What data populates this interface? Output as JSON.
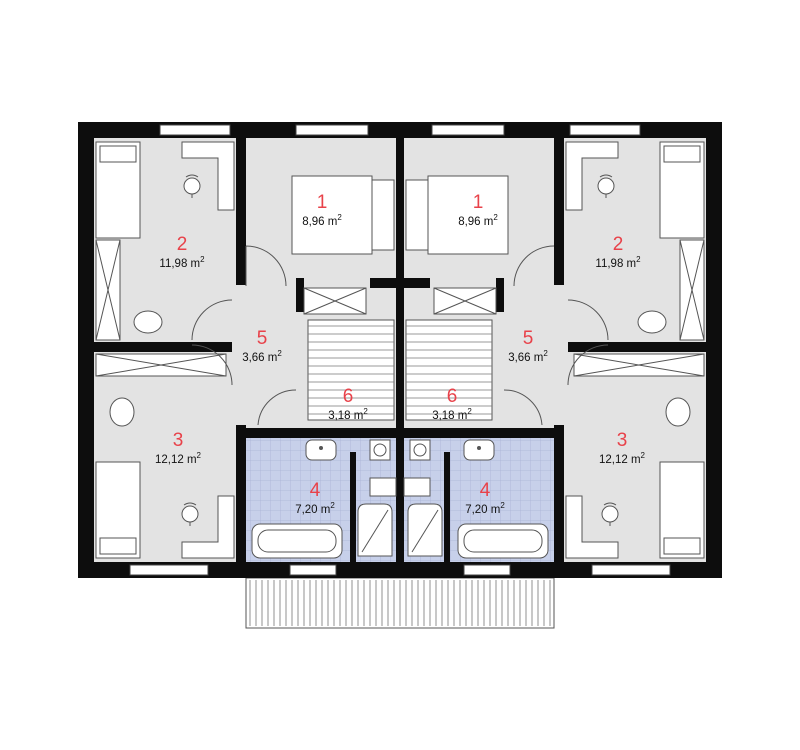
{
  "colors": {
    "wall": "#0d0d0d",
    "floor": "#e3e3e3",
    "bathroom_tile": "#c7d0ea",
    "room_number": "#e8424a",
    "area_text": "#111111"
  },
  "area_unit": "m",
  "area_exponent": "2",
  "rooms_left": [
    {
      "number": "1",
      "area": "8,96"
    },
    {
      "number": "2",
      "area": "11,98"
    },
    {
      "number": "3",
      "area": "12,12"
    },
    {
      "number": "4",
      "area": "7,20"
    },
    {
      "number": "5",
      "area": "3,66"
    },
    {
      "number": "6",
      "area": "3,18"
    }
  ],
  "rooms_right": [
    {
      "number": "1",
      "area": "8,96"
    },
    {
      "number": "2",
      "area": "11,98"
    },
    {
      "number": "3",
      "area": "12,12"
    },
    {
      "number": "4",
      "area": "7,20"
    },
    {
      "number": "5",
      "area": "3,66"
    },
    {
      "number": "6",
      "area": "3,18"
    }
  ]
}
